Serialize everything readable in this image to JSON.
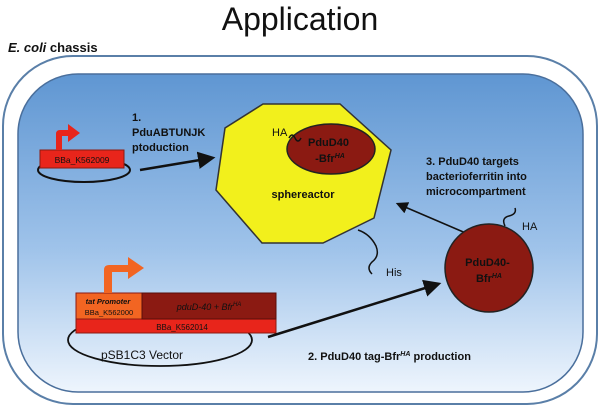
{
  "title": "Application",
  "chassis": {
    "label_italic": "E. coli",
    "label_rest": " chassis"
  },
  "plasmid_top": {
    "part": "BBa_K562009"
  },
  "step1": {
    "line1": "1.",
    "line2": "PduABTUNJK",
    "line3": "ptoduction"
  },
  "sphereactor": {
    "label": "sphereactor",
    "cargo_line1": "PduD40",
    "cargo_line2_main": "-Bfr",
    "cargo_line2_sup": "HA",
    "tag_ha": "HA",
    "tag_his": "His"
  },
  "step3": {
    "line1": "3. PduD40 targets",
    "line2": "bacterioferritin into",
    "line3": "microcompartment"
  },
  "free_protein": {
    "line1": "PduD40-",
    "line2_main": "Bfr",
    "line2_sup": "HA",
    "tag": "HA"
  },
  "plasmid_bottom": {
    "promoter_line1": "tat Promoter",
    "promoter_line2": "BBa_K562000",
    "gene_main": "pduD-40 + Bfr",
    "gene_sup": "HA",
    "part": "BBa_K562014",
    "vector": "pSB1C3 Vector"
  },
  "step2": {
    "text_main": "2. PduD40 tag-Bfr",
    "text_sup": "HA",
    "text_tail": " production"
  },
  "colors": {
    "cell_fill_top": "#6a9fd6",
    "cell_fill_bottom": "#e8f2fc",
    "cell_border": "#4a6f9c",
    "heptagon": "#f2f01c",
    "protein": "#8b1a12",
    "part_red": "#e8251b",
    "promoter_orange": "#f26522",
    "gene_dark": "#8b1a12"
  }
}
